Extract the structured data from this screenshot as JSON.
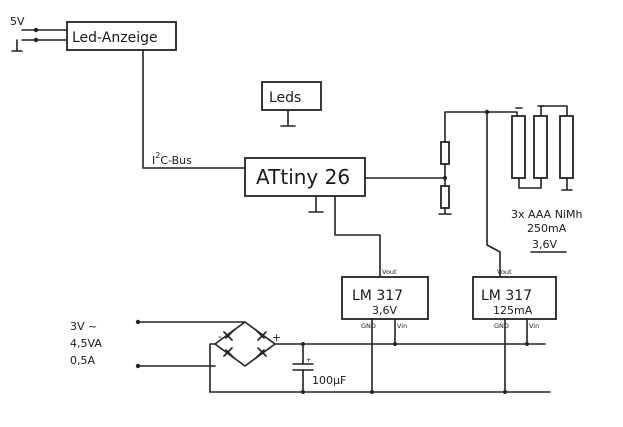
{
  "labels": {
    "supply_5v": "5V",
    "led_display": "Led-Anzeige",
    "leds": "Leds",
    "i2c_i": "I",
    "i2c_sup": "2",
    "i2c_rest": "C-Bus",
    "attiny": "ATtiny 26",
    "regulator1": {
      "name": "LM 317",
      "value": "3,6V",
      "vout": "Vout",
      "gnd": "GND",
      "vin": "Vin"
    },
    "regulator2": {
      "name": "LM 317",
      "value": "125mA",
      "vout": "Vout",
      "gnd": "GND",
      "vin": "Vin"
    },
    "battery": {
      "line1": "3x AAA NiMh",
      "line2": "250mA",
      "line3": "3,6V"
    },
    "input": {
      "line1": "3V ~",
      "line2": "4,5VA",
      "line3": "0,5A"
    },
    "capacitor": "100µF",
    "bridge_minus": "-",
    "bridge_plus": "+",
    "cap_plus": "+"
  }
}
